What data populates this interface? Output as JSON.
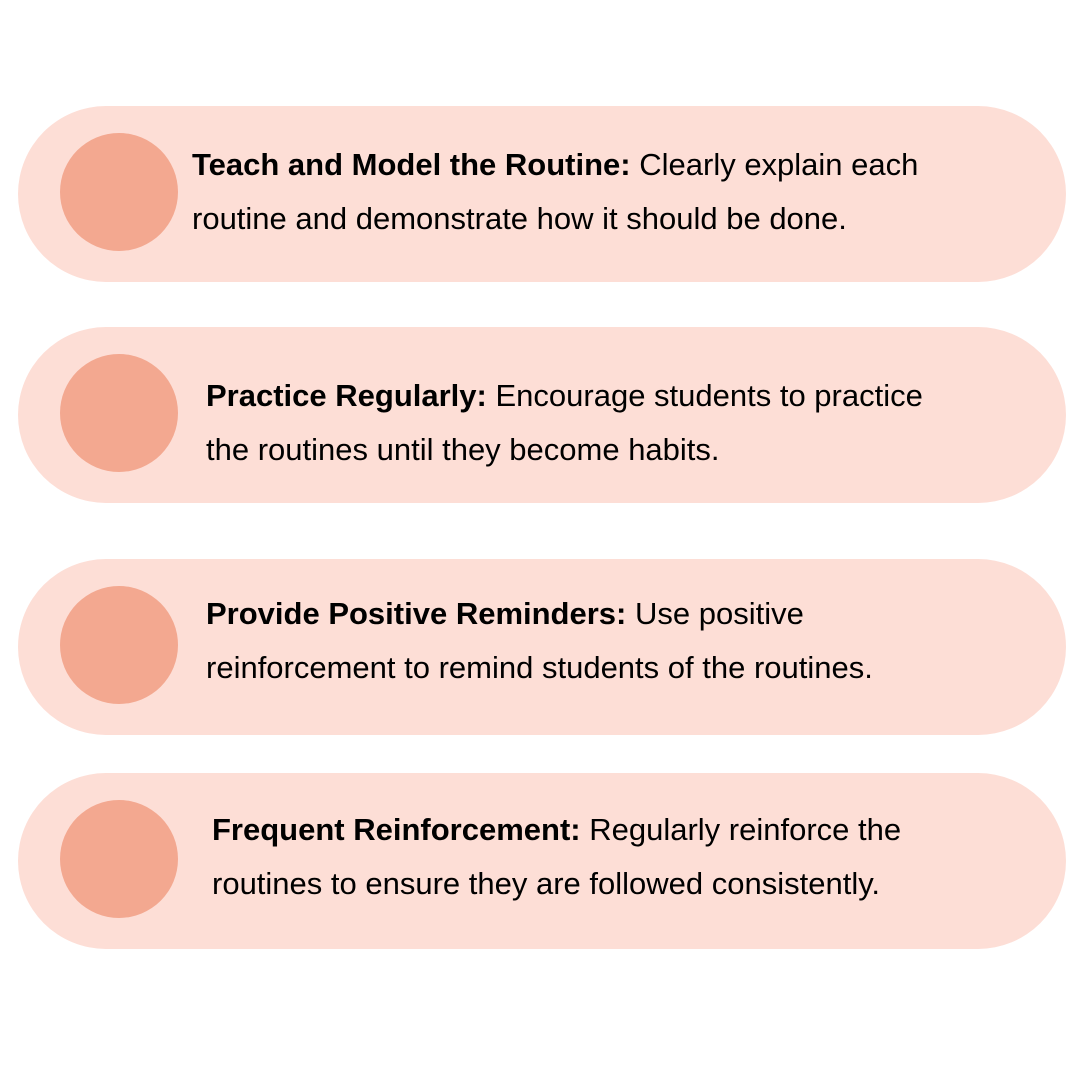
{
  "colors": {
    "pill_background": "#fdded6",
    "circle": "#f3a890",
    "text": "#000000",
    "page_background": "#ffffff"
  },
  "items": [
    {
      "heading": "Teach and Model the Routine:",
      "line1": "Clearly explain each",
      "line2": "routine and demonstrate how it should be done."
    },
    {
      "heading": "Practice Regularly:",
      "line1": "Encourage students to practice",
      "line2": "the routines until they become habits."
    },
    {
      "heading": "Provide Positive Reminders:",
      "line1": "Use positive",
      "line2": "reinforcement to remind students of the routines."
    },
    {
      "heading": "Frequent Reinforcement:",
      "line1": "Regularly reinforce the",
      "line2": "routines to ensure they are followed consistently."
    }
  ]
}
